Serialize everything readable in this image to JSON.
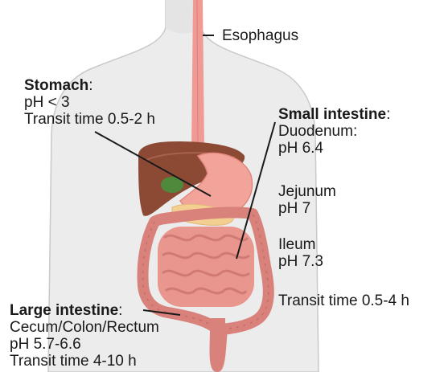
{
  "labels": {
    "esophagus": "Esophagus",
    "stomach": {
      "title": "Stomach",
      "colon": ":",
      "ph": "pH < 3",
      "transit": "Transit time 0.5-2 h"
    },
    "small_intestine": {
      "title": "Small intestine",
      "colon": ":",
      "duodenum": "Duodenum:",
      "duodenum_ph": "pH 6.4",
      "jejunum": "Jejunum",
      "jejunum_ph": "pH 7",
      "ileum": "Ileum",
      "ileum_ph": "pH 7.3",
      "transit": "Transit time 0.5-4 h"
    },
    "large_intestine": {
      "title": "Large intestine",
      "colon": ":",
      "segments": "Cecum/Colon/Rectum",
      "ph": "pH 5.7-6.6",
      "transit": "Transit time 4-10 h"
    }
  },
  "colors": {
    "body": "#ececec",
    "outline": "#c9c9c9",
    "esophagus": "#ef9a94",
    "liver": "#8c4a35",
    "gallbladder": "#4f8a3c",
    "stomach": "#f2a49b",
    "pancreas": "#f3cf92",
    "small_intestine": "#e8968e",
    "large_intestine": "#d9827c",
    "leader_line": "#1a1a1a"
  }
}
